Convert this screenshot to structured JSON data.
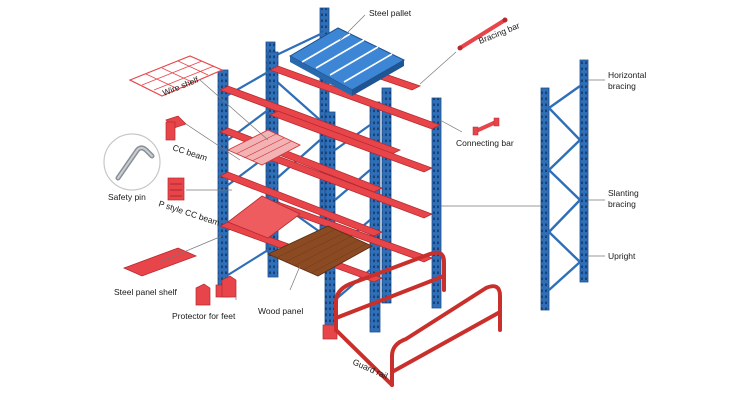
{
  "colors": {
    "upright_blue": "#2f6fb8",
    "upright_edge": "#1d4f8c",
    "beam_red": "#e8454a",
    "beam_edge": "#b52a2f",
    "pallet_blue": "#3d86d6",
    "wood_brown": "#8b4a22",
    "guard_red": "#c9302c",
    "leader_line": "#777777"
  },
  "labels": {
    "steel_pallet": "Steel pallet",
    "bracing_bar": "Bracing bar",
    "wire_shelf": "Wire shelf",
    "connecting_bar": "Connecting bar",
    "cc_beam": "CC beam",
    "safety_pin": "Safety pin",
    "p_style_cc_beam": "P style CC beam",
    "steel_panel_shelf": "Steel panel shelf",
    "protector_for_feet": "Protector for feet",
    "wood_panel": "Wood panel",
    "guard_rail": "Guard rail",
    "horizontal_bracing_line1": "Horizontal",
    "horizontal_bracing_line2": "bracing",
    "slanting_bracing_line1": "Slanting",
    "slanting_bracing_line2": "bracing",
    "upright": "Upright"
  }
}
